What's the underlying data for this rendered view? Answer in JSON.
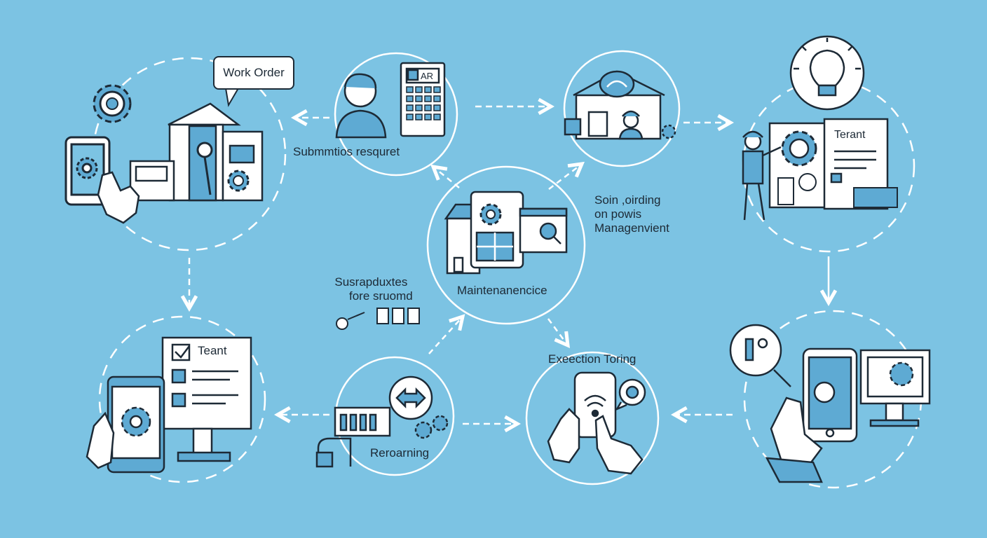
{
  "colors": {
    "background": "#7cc3e3",
    "line": "#1d2a36",
    "fill": "#ffffff",
    "accent": "#5eaad3",
    "dash": "#ffffff"
  },
  "labels": {
    "work_order": "Work Order",
    "submit_request": "Submmtios resquret",
    "ar_key": "AR",
    "scheduling": [
      "Soin ,oirding",
      "on powis",
      "Managenvient"
    ],
    "tenant_top": "Terant",
    "central": "Maintenanencice",
    "suggest": [
      "Susrapduxtes",
      "fore sruomd"
    ],
    "tenant_bottom": "Teant",
    "reporting": "Reroarning",
    "execution": "Exeection Toring"
  },
  "icons": [
    "gear-icon",
    "house-icon",
    "tablet-icon",
    "hand-pointer-icon",
    "wrench-icon",
    "person-icon",
    "calculator-icon",
    "building-icon",
    "technician-icon",
    "lightbulb-icon",
    "document-icon",
    "phone-icon",
    "monitor-icon",
    "checklist-icon",
    "swap-arrows-icon",
    "factory-icon",
    "magnifier-icon"
  ]
}
